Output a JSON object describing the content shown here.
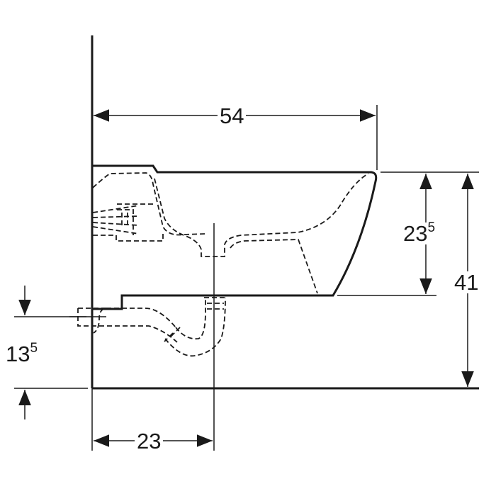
{
  "dimensions": {
    "overall_depth": {
      "value": "54"
    },
    "bowl_height": {
      "value": "23",
      "superscript": "5"
    },
    "top_height": {
      "value": "41"
    },
    "inlet_height": {
      "value": "13",
      "superscript": "5"
    },
    "drain_offset": {
      "value": "23"
    }
  },
  "colors": {
    "line": "#1a1a1a",
    "background": "#ffffff"
  }
}
